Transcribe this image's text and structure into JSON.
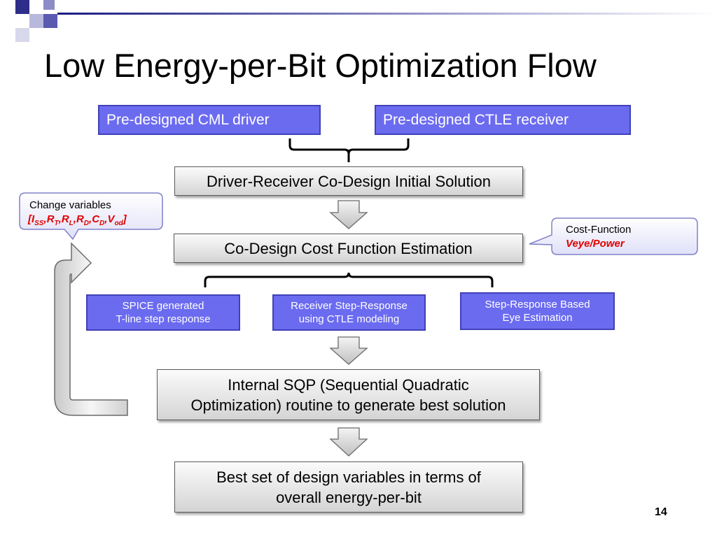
{
  "title": "Low Energy-per-Bit Optimization Flow",
  "top_boxes": {
    "driver": "Pre-designed CML driver",
    "receiver": "Pre-designed CTLE receiver"
  },
  "steps": {
    "initial_solution": "Driver-Receiver Co-Design Initial Solution",
    "cost_estimation": "Co-Design Cost Function Estimation",
    "sqp_line1": "Internal SQP (Sequential Quadratic",
    "sqp_line2": "Optimization) routine to generate best solution",
    "best_line1": "Best set of design variables in terms of",
    "best_line2": "overall energy-per-bit"
  },
  "sub_boxes": {
    "spice_line1": "SPICE generated",
    "spice_line2": "T-line step response",
    "receiver_line1": "Receiver Step-Response",
    "receiver_line2": "using CTLE modeling",
    "eye_line1": "Step-Response Based",
    "eye_line2": "Eye Estimation"
  },
  "callouts": {
    "change_label": "Change variables",
    "change_vars": {
      "open": "[",
      "i": "I",
      "i_sub": "SS",
      "rt": "R",
      "rt_sub": "T",
      "rl": "R",
      "rl_sub": "L",
      "rd": "R",
      "rd_sub": "D",
      "cd": "C",
      "cd_sub": "D",
      "v": "V",
      "v_sub": "od",
      "close": "]",
      "sep": ","
    },
    "cost_label": "Cost-Function",
    "cost_expr": "Veye/Power"
  },
  "slide_number": "14",
  "colors": {
    "blue_box": "#6b6bf0",
    "accent_red": "#e00000",
    "callout_fill": "#eeeefc",
    "callout_border": "#8080c8"
  }
}
